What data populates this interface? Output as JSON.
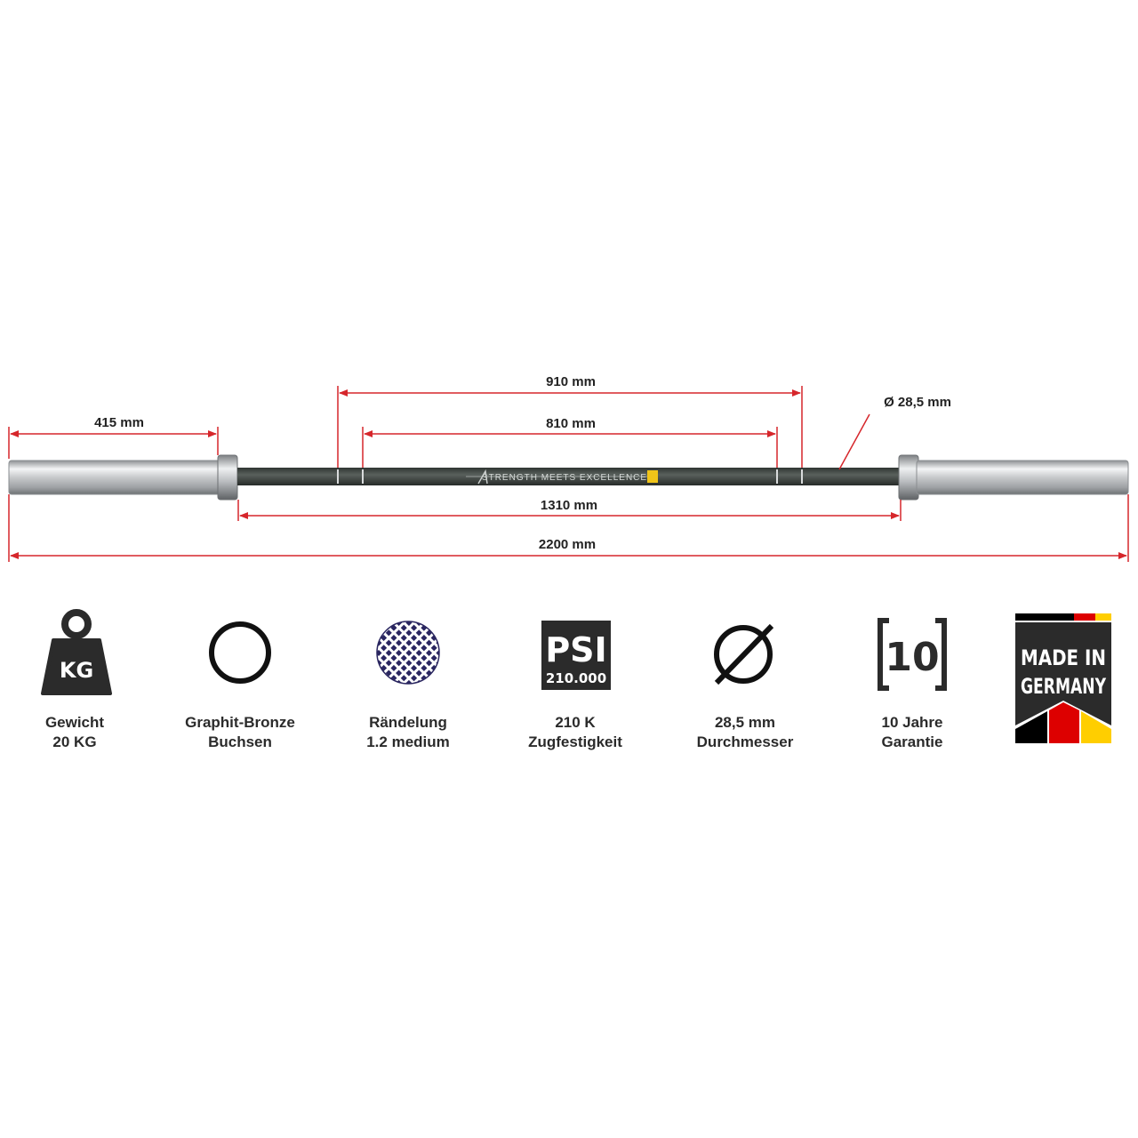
{
  "bar": {
    "engraving": "STRENGTH MEETS EXCELLENCE"
  },
  "dimensions": {
    "sleeve_length": "415 mm",
    "outer_marks": "910 mm",
    "inner_marks": "810 mm",
    "diameter": "Ø 28,5 mm",
    "inner_length": "1310 mm",
    "total_length": "2200 mm"
  },
  "colors": {
    "dimension_line": "#d6262b",
    "shaft": "#3c4340",
    "sleeve": "#c9cbcd",
    "text": "#2b2b2b"
  },
  "features": [
    {
      "icon": "kettlebell-kg-icon",
      "icon_text": "KG",
      "line1": "Gewicht",
      "line2": "20 KG"
    },
    {
      "icon": "ring-icon",
      "line1": "Graphit-Bronze",
      "line2": "Buchsen"
    },
    {
      "icon": "knurling-pattern-icon",
      "line1": "Rändelung",
      "line2": "1.2 medium"
    },
    {
      "icon": "psi-badge-icon",
      "icon_text": "PSI",
      "icon_subtext": "210.000",
      "line1": "210 K",
      "line2": "Zugfestigkeit"
    },
    {
      "icon": "diameter-icon",
      "line1": "28,5 mm",
      "line2": "Durchmesser"
    },
    {
      "icon": "warranty-10-icon",
      "icon_text": "10",
      "line1": "10 Jahre",
      "line2": "Garantie"
    },
    {
      "icon": "made-in-germany-badge-icon",
      "icon_text_1": "MADE IN",
      "icon_text_2": "GERMANY"
    }
  ]
}
